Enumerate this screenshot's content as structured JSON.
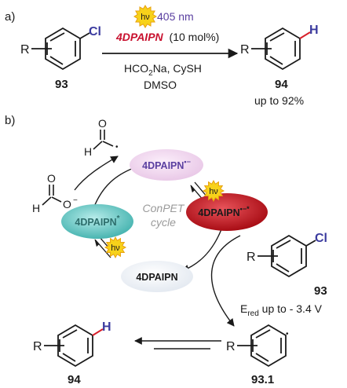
{
  "colors": {
    "label_purple": "#5a3fa0",
    "catalyst_red": "#c8102e",
    "chlorine": "#3b3b9f",
    "hydrogen": "#3b3b9f",
    "bond_red": "#d8202a",
    "sun_fill": "#f7d21a",
    "sun_stroke": "#e8a10f",
    "cat_top": "#f1d7ef",
    "cat_left": "#63c6c2",
    "cat_right": "#c8121a",
    "cat_bottom": "#eff3f8",
    "grey_text": "#9a9a9a"
  },
  "part_a": {
    "label": "a)",
    "light_symbol": "hν",
    "wavelength": "405 nm",
    "catalyst_name": "4DPAIPN",
    "catalyst_loading": "(10 mol%)",
    "reagents_formula_prefix": "HCO",
    "reagents_formula_sub": "2",
    "reagents_formula_suffix": "Na, CySH",
    "solvent": "DMSO",
    "start_label": "93",
    "product_label": "94",
    "yield_text": "up to 92%",
    "r_group": "R",
    "cl_atom": "Cl",
    "h_atom": "H"
  },
  "part_b": {
    "label": "b)",
    "cycle_line1": "ConPET",
    "cycle_line2": "cycle",
    "formyl_h": "H",
    "formyl_o": "O",
    "formate_h": "H",
    "formate_o_top": "O",
    "formate_o_minus": "O",
    "formate_charge": "−",
    "radical_dot": "•",
    "cat_top_text": "4DPAIPN",
    "cat_top_sup": "•−",
    "cat_left_text": "4DPAIPN",
    "cat_left_sup": "*",
    "cat_right_text": "4DPAIPN",
    "cat_right_sup": "•−*",
    "cat_bottom_text": "4DPAIPN",
    "light_symbol": "hν",
    "substrate_label": "93",
    "ered_prefix": "E",
    "ered_sub": "red",
    "ered_suffix": " up to - 3.4 V",
    "radical_label": "93.1",
    "product_label": "94",
    "r_group": "R",
    "cl_atom": "Cl",
    "h_atom": "H"
  }
}
